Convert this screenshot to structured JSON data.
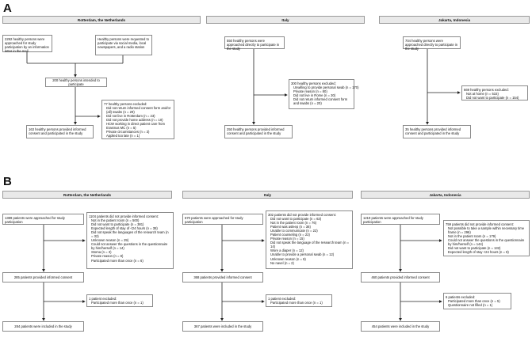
{
  "panelA": {
    "letter": "A",
    "columns": [
      {
        "header": "Rotterdam, the Netherlands",
        "approached_mail": "2292 healthy persons were approached for study participation by an information letter in the mail",
        "approached_social": "Healthy persons were requested to participate via social media, local newspapers, and a radio station",
        "intended": "200 healthy persons intended to participate",
        "excluded": [
          "77 healthy persons excluded:",
          "Did not return informed consent form and/or (all) swabs (n = 29)",
          "Did not live in Rotterdam (n = 23)",
          "Did not provide home address (n = 10)",
          "HCW working in direct patient care from Erasmus MC (n = 5)",
          "Private circumstances (n = 3)",
          "Applied too late (n = 1)"
        ],
        "final": "163 healthy persons provided informed consent and participated in the study"
      },
      {
        "header": "Italy",
        "approached": "550 healthy persons were approached directly to participate in the study",
        "excluded": [
          "300 healthy persons excluded:",
          "Unwilling to provide personal swab (n = 170)",
          "Private reason (n = 80)",
          "Did not live in Rome (n = 30)",
          "Did not return informed consent form and swabs (n = 20)"
        ],
        "final": "250 healthy persons provided informed consent and participated in the study"
      },
      {
        "header": "Jakarta, Indonesia",
        "approached": "704 healthy persons were approached directly to participate in the study",
        "excluded": [
          "669 healthy persons excluded:",
          "Not at home (n = 515)",
          "Did not want to participate (n = 154)"
        ],
        "final": "35 healthy persons provided informed consent and participated in the study"
      }
    ]
  },
  "panelB": {
    "letter": "B",
    "columns": [
      {
        "header": "Rotterdam, the Netherlands",
        "approached": "1389 patients were approached for study participation",
        "no_consent": [
          "1104 patients did not provide informed consent:",
          "Not in the patient room (n = 500)",
          "Did not want to participate (n = 381)",
          "Expected length of stay of <24 hours (n = 38)",
          "Did not speak the languages of the research team (n = 32)",
          "Unknown reason (n = 29)",
          "Could not answer the questions in the questionnaire by him/herself (n = 14)",
          "Stoma (n = 3)",
          "Private reason (n = 8)",
          "Participated more than once (n = 6)"
        ],
        "consent": "285 patients provided informed consent",
        "excluded": [
          "1 patient excluded:",
          "Participated more than once (n = 1)"
        ],
        "final": "284 patients were included in the study"
      },
      {
        "header": "Italy",
        "approached": "670 patients were approached for study participation",
        "no_consent": [
          "302 patients did not provide informed consent:",
          "Did not want to participate (n = 63)",
          "Not in the patient room (n = 76)",
          "Patient was asleep (n = 36)",
          "Unable to communicate (n = 22)",
          "Patient counseling (n = 22)",
          "Private reason (n = 15)",
          "Did not speak the language of the research team (n = 14)",
          "Wore a diaper (n = 12)",
          "Unable to provide a personal swab (n = 12)",
          "Unknown reason (n = 8)",
          "No navel (n = 2)"
        ],
        "consent": "368 patients provided informed consent",
        "excluded": [
          "1 patient excluded:",
          "Participated more than once (n = 1)"
        ],
        "final": "367 patients were included in the study"
      },
      {
        "header": "Jakarta, Indonesia",
        "approached": "1219 patients were approached for study participation",
        "no_consent": [
          "759 patients did not provide informed consent:",
          "Not possible to take a sample within necessary time frame (n = 296)",
          "Not in the patient room (n = 179)",
          "Could not answer the questions in the questionnaire by him/herself (n = 144)",
          "Did not want to participate (n = 132)",
          "Expected length of stay <24 hours (n = 8)"
        ],
        "consent": "460 patients provided informed consent",
        "excluded": [
          "6 patients excluded:",
          "Participated more than once (n = 5)",
          "Questionnaire not filled (n = 1)"
        ],
        "final": "454 patients were included in the study"
      }
    ]
  }
}
